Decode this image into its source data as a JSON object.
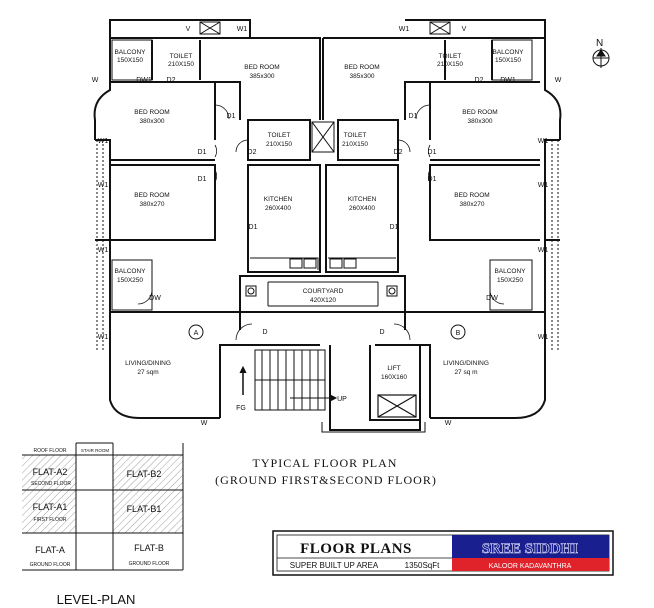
{
  "rooms": {
    "balcony_tl": {
      "name": "BALCONY",
      "dim": "150X150"
    },
    "toilet_tl": {
      "name": "TOILET",
      "dim": "210X150"
    },
    "bed1_a": {
      "name": "BED ROOM",
      "dim": "385x300"
    },
    "bed1_b": {
      "name": "BED ROOM",
      "dim": "385x300"
    },
    "toilet_tr": {
      "name": "TOILET",
      "dim": "210X150"
    },
    "balcony_tr": {
      "name": "BALCONY",
      "dim": "150X150"
    },
    "bed2_a": {
      "name": "BED ROOM",
      "dim": "380x300"
    },
    "bed2_b": {
      "name": "BED ROOM",
      "dim": "380x300"
    },
    "toilet_ca": {
      "name": "TOILET",
      "dim": "210X150"
    },
    "toilet_cb": {
      "name": "TOILET",
      "dim": "210X150"
    },
    "bed3_a": {
      "name": "BED ROOM",
      "dim": "380x270"
    },
    "bed3_b": {
      "name": "BED ROOM",
      "dim": "380x270"
    },
    "kitchen_a": {
      "name": "KITCHEN",
      "dim": "260X400"
    },
    "kitchen_b": {
      "name": "KITCHEN",
      "dim": "260X400"
    },
    "balcony_bl": {
      "name": "BALCONY",
      "dim": "150X250"
    },
    "balcony_br": {
      "name": "BALCONY",
      "dim": "150X250"
    },
    "courtyard": {
      "name": "COURTYARD",
      "dim": "420X120"
    },
    "living_a": {
      "name": "LIVING/DINING",
      "dim": "27 sqm"
    },
    "living_b": {
      "name": "LIVING/DINING",
      "dim": "27 sq m"
    },
    "lift": {
      "name": "LIFT",
      "dim": "160X160"
    }
  },
  "markers": {
    "flat_a": "A",
    "flat_b": "B"
  },
  "doors": {
    "v": "V",
    "w": "W",
    "w1": "W1",
    "d": "D",
    "d1": "D1",
    "d2": "D2",
    "dw": "DW",
    "dw1": "DW1",
    "fg": "FG"
  },
  "stair_up": "UP",
  "north": "N",
  "plan_title": "TYPICAL FLOOR PLAN",
  "plan_subtitle": "(GROUND FIRST&SECOND FLOOR)",
  "level_plan": {
    "roof_floor": "ROOF FLOOR",
    "stair_room": "STAIR ROOM",
    "flat_a2": "FLAT-A2",
    "second_floor": "SECOND FLOOR",
    "flat_b2": "FLAT-B2",
    "flat_a1": "FLAT-A1",
    "first_floor": "FIRST FLOOR",
    "flat_b1": "FLAT-B1",
    "flat_a": "FLAT-A",
    "ground_floor_a": "GROUND FLOOR",
    "flat_b": "FLAT-B",
    "ground_floor_b": "GROUND FLOOR",
    "title": "LEVEL-PLAN"
  },
  "title_block": {
    "heading": "FLOOR PLANS",
    "area_label": "SUPER BUILT UP AREA",
    "area_value": "1350SqFt",
    "brand": "SREE SIDDHI",
    "location": "KALOOR KADAVANTHRA"
  }
}
